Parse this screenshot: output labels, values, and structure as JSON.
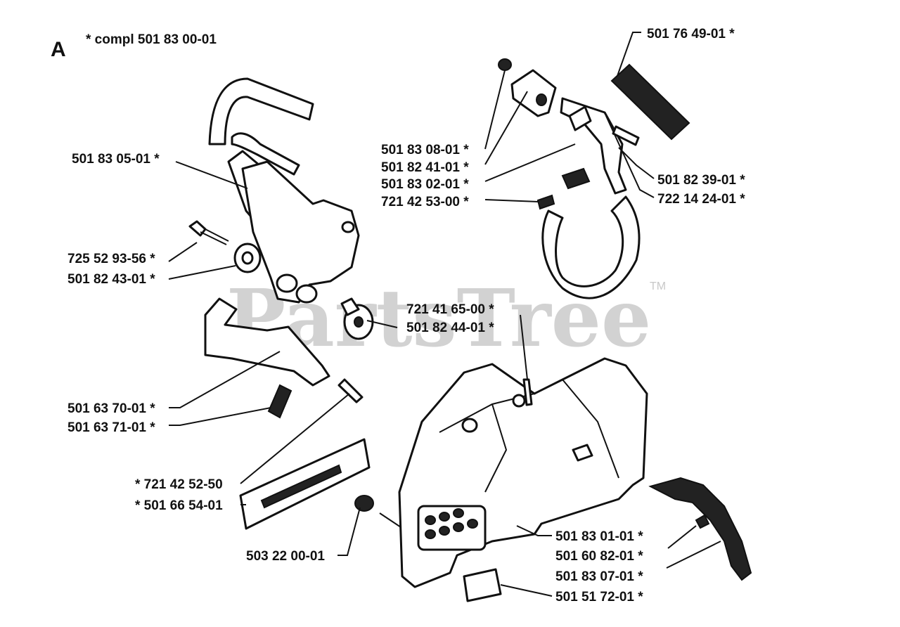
{
  "section_letter": "A",
  "header_note": "*  compl 501 83 00-01",
  "watermark": "PartsTree",
  "watermark_tm": "TM",
  "labels": {
    "p501764901": "501 76 49-01  *",
    "p501830801": "501 83 08-01  *",
    "p501824101": "501 82 41-01  *",
    "p501830201": "501 83 02-01  *",
    "p721425300": "721 42 53-00  *",
    "p501823901": "501 82 39-01  *",
    "p722142401": "722 14 24-01  *",
    "p501830501": "501 83 05-01  *",
    "p725529356": "725 52 93-56  *",
    "p501824301": "501 82 43-01  *",
    "p721416500": "721 41 65-00  *",
    "p501824401": "501 82 44-01  *",
    "p501637001": "501 63 70-01  *",
    "p501637101": "501 63 71-01  *",
    "p721425250": "*  721 42 52-50",
    "p501665401": "*  501 66 54-01",
    "p503220001": "503 22 00-01",
    "p501830101": "501 83 01-01  *",
    "p501608201": "501 60 82-01  *",
    "p501830701": "501 83 07-01  *",
    "p501517201": "501 51 72-01  *"
  }
}
